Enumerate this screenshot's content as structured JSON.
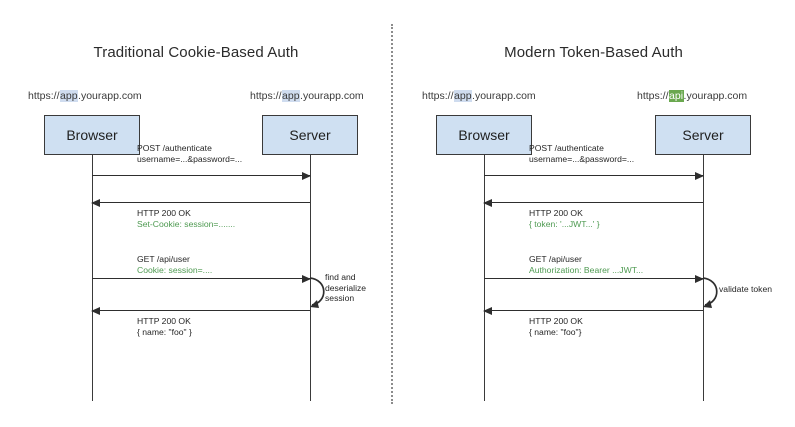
{
  "diagram": {
    "type": "sequence-diagram-comparison",
    "panels": [
      {
        "id": "traditional",
        "title": "Traditional Cookie-Based Auth",
        "actors": [
          {
            "id": "browser",
            "label": "Browser",
            "url_prefix": "https://",
            "url_highlight": "app",
            "url_highlight_color": "#cfdcef",
            "url_suffix": ".yourapp.com"
          },
          {
            "id": "server",
            "label": "Server",
            "url_prefix": "https://",
            "url_highlight": "app",
            "url_highlight_color": "#cfdcef",
            "url_suffix": ".yourapp.com"
          }
        ],
        "messages": [
          {
            "direction": "request",
            "line1": "POST /authenticate",
            "line2": "username=...&password=...",
            "line2_color": "#262626"
          },
          {
            "direction": "response",
            "line1": "HTTP 200 OK",
            "line2": "Set-Cookie: session=.......",
            "line2_color": "#4e9a51"
          },
          {
            "direction": "request",
            "line1": "GET /api/user",
            "line2": "Cookie: session=....",
            "line2_color": "#4e9a51"
          },
          {
            "direction": "response",
            "line1": "HTTP 200 OK",
            "line2": "{ name: \"foo\" }",
            "line2_color": "#262626"
          }
        ],
        "self_loop": {
          "lines": [
            "find and",
            "deserialize",
            "session"
          ]
        }
      },
      {
        "id": "modern",
        "title": "Modern Token-Based Auth",
        "actors": [
          {
            "id": "browser",
            "label": "Browser",
            "url_prefix": "https://",
            "url_highlight": "app",
            "url_highlight_color": "#cfdcef",
            "url_suffix": ".yourapp.com"
          },
          {
            "id": "server",
            "label": "Server",
            "url_prefix": "https://",
            "url_highlight": "api",
            "url_highlight_color": "#6aa84f",
            "url_suffix": ".yourapp.com"
          }
        ],
        "messages": [
          {
            "direction": "request",
            "line1": "POST /authenticate",
            "line2": "username=...&password=...",
            "line2_color": "#262626"
          },
          {
            "direction": "response",
            "line1": "HTTP 200 OK",
            "line2": "{ token: '...JWT...' }",
            "line2_color": "#4e9a51"
          },
          {
            "direction": "request",
            "line1": "GET /api/user",
            "line2": "Authorization: Bearer ...JWT...",
            "line2_color": "#4e9a51"
          },
          {
            "direction": "response",
            "line1": "HTTP 200 OK",
            "line2": "{ name: \"foo\"}",
            "line2_color": "#262626"
          }
        ],
        "self_loop": {
          "lines": [
            "validate token"
          ]
        }
      }
    ],
    "colors": {
      "actor_fill": "#cfe0f2",
      "actor_border": "#3a3a3a",
      "line": "#2e2e2e",
      "accent_green": "#4e9a51",
      "highlight_blue": "#cfdcef",
      "highlight_green": "#6aa84f",
      "divider": "#8c8c8c",
      "background": "#ffffff"
    }
  }
}
